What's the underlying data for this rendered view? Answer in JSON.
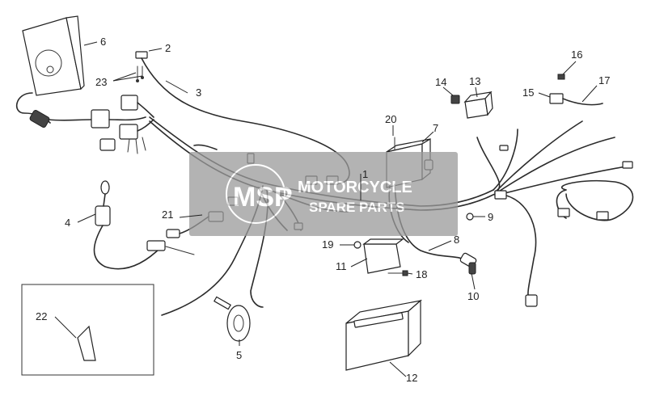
{
  "callouts": [
    {
      "id": "p1",
      "label": "1"
    },
    {
      "id": "p2",
      "label": "2"
    },
    {
      "id": "p3",
      "label": "3"
    },
    {
      "id": "p4",
      "label": "4"
    },
    {
      "id": "p5",
      "label": "5"
    },
    {
      "id": "p6",
      "label": "6"
    },
    {
      "id": "p7",
      "label": "7"
    },
    {
      "id": "p8",
      "label": "8"
    },
    {
      "id": "p9",
      "label": "9"
    },
    {
      "id": "p10",
      "label": "10"
    },
    {
      "id": "p11",
      "label": "11"
    },
    {
      "id": "p12",
      "label": "12"
    },
    {
      "id": "p13",
      "label": "13"
    },
    {
      "id": "p14",
      "label": "14"
    },
    {
      "id": "p15",
      "label": "15"
    },
    {
      "id": "p16",
      "label": "16"
    },
    {
      "id": "p17",
      "label": "17"
    },
    {
      "id": "p18",
      "label": "18"
    },
    {
      "id": "p19",
      "label": "19"
    },
    {
      "id": "p20",
      "label": "20"
    },
    {
      "id": "p21",
      "label": "21"
    },
    {
      "id": "p22",
      "label": "22"
    },
    {
      "id": "p23",
      "label": "23"
    }
  ],
  "watermark": {
    "logo_text": "MSP",
    "line1": "MOTORCYCLE",
    "line2": "SPARE PARTS",
    "colors": {
      "band": "#9a9a9a",
      "logo": "#d9572b"
    }
  }
}
